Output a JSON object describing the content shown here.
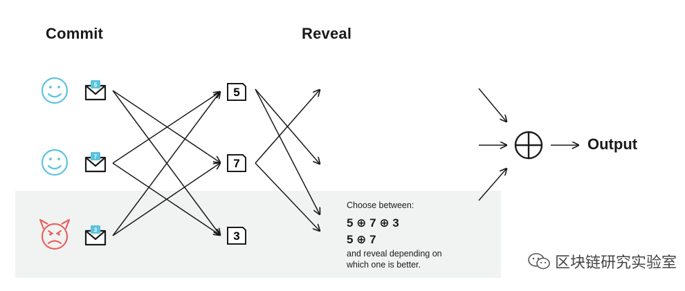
{
  "headings": {
    "commit": "Commit",
    "reveal": "Reveal"
  },
  "output": {
    "label": "Output",
    "operator": "⊕"
  },
  "participants": [
    {
      "kind": "honest",
      "color": "#5bc3de",
      "envelope_value": "5"
    },
    {
      "kind": "honest",
      "color": "#5bc3de",
      "envelope_value": "7"
    },
    {
      "kind": "malicious",
      "color": "#e8615f",
      "envelope_value": "3"
    }
  ],
  "revealed_values": [
    "5",
    "7",
    "3"
  ],
  "note": {
    "intro": "Choose between:",
    "option_a": "5 ⊕ 7 ⊕ 3",
    "option_b": "5 ⊕ 7",
    "outro_1": "and reveal depending on",
    "outro_2": "which one is better."
  },
  "watermark": {
    "text": "区块链研究实验室"
  },
  "colors": {
    "honest": "#5bc3de",
    "malicious": "#e8615f",
    "ink": "#1a1a1a",
    "shade": "#f1f3f2"
  }
}
